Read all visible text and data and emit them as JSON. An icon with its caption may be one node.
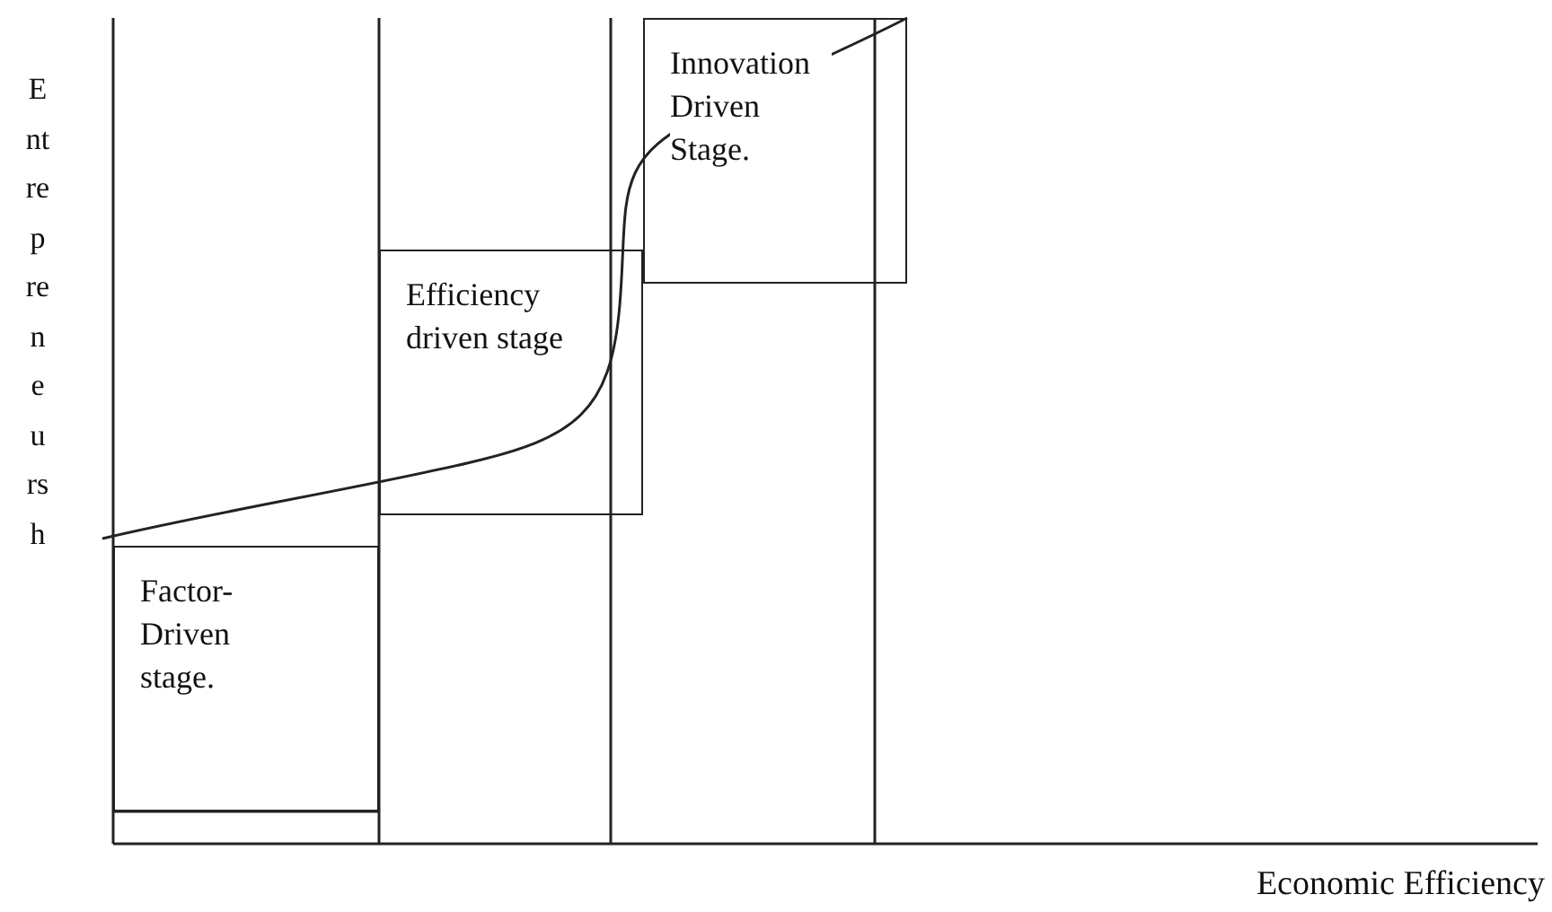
{
  "diagram": {
    "nodes": [
      {
        "text": [
          "Factor-Driven stage."
        ]
      },
      {
        "text": [
          "Efficiency driven stage"
        ]
      },
      {
        "text": [
          "Innovation Driven Stage."
        ]
      }
    ],
    "labels": [
      "Entrepreneursh",
      "Economic Efficiency"
    ]
  }
}
